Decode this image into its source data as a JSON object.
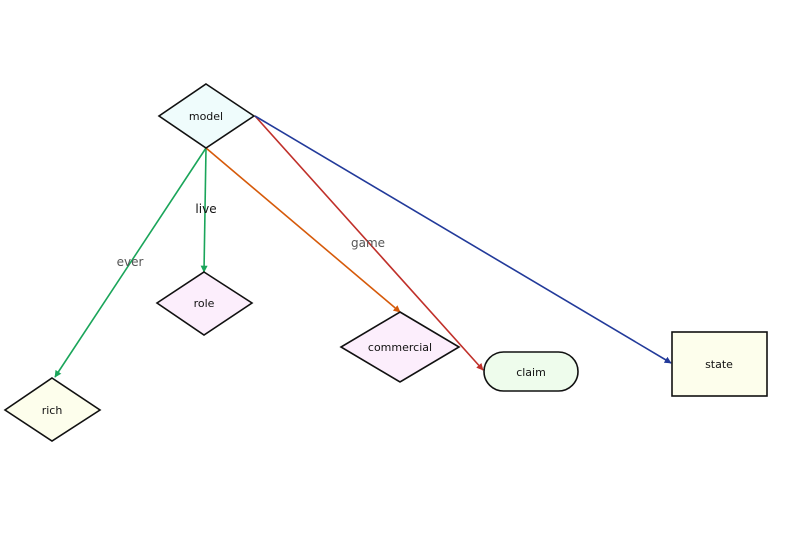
{
  "diagram": {
    "nodes": [
      {
        "id": "model",
        "label": "model",
        "shape": "diamond",
        "fill": "#effcfc"
      },
      {
        "id": "role",
        "label": "role",
        "shape": "diamond",
        "fill": "#fceefc"
      },
      {
        "id": "commercial",
        "label": "commercial",
        "shape": "diamond",
        "fill": "#fceefc"
      },
      {
        "id": "claim",
        "label": "claim",
        "shape": "rounded-rect",
        "fill": "#eefcec"
      },
      {
        "id": "state",
        "label": "state",
        "shape": "rect",
        "fill": "#fdfeec"
      },
      {
        "id": "rich",
        "label": "rich",
        "shape": "diamond",
        "fill": "#fdfeec"
      }
    ],
    "edges": [
      {
        "from": "model",
        "to": "rich",
        "label": "ever",
        "color": "#1aa55a",
        "label_color": "#555555"
      },
      {
        "from": "model",
        "to": "role",
        "label": "live",
        "color": "#1aa55a",
        "label_color": "#111111"
      },
      {
        "from": "model",
        "to": "commercial",
        "label": "",
        "color": "#d65a0a",
        "label_color": "#555555"
      },
      {
        "from": "model",
        "to": "claim",
        "label": "game",
        "color": "#c0302a",
        "label_color": "#555555"
      },
      {
        "from": "model",
        "to": "state",
        "label": "",
        "color": "#223a9a",
        "label_color": "#555555"
      }
    ]
  }
}
